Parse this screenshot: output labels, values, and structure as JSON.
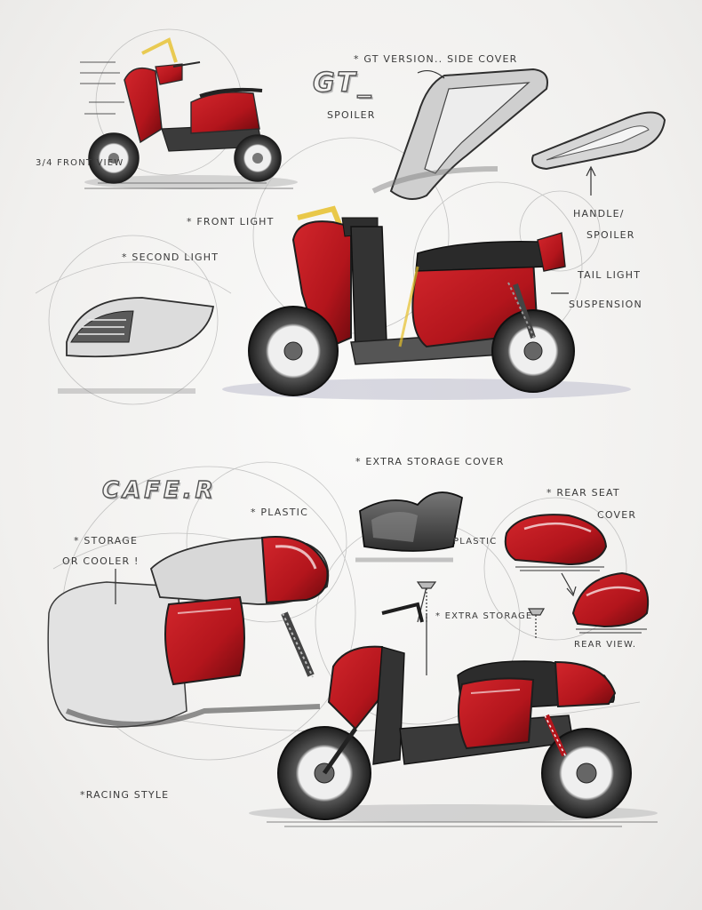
{
  "sheet": {
    "colors": {
      "paper": "#f4f3f1",
      "ink": "#3a3a3a",
      "red": "#b3151c",
      "red_dark": "#7a0c10",
      "highlight_yellow": "#e6c02a",
      "grey": "#555555"
    },
    "gt_section": {
      "logo": "GT_",
      "labels": {
        "spoiler": "SPOILER",
        "gt_side_cover": "* GT VERSION.. SIDE COVER",
        "front_view": "3/4 FRONT VIEW",
        "front_light": "* FRONT LIGHT",
        "second_light": "* SECOND LIGHT",
        "handle_spoiler_1": "HANDLE/",
        "handle_spoiler_2": "SPOILER",
        "tail_light": "TAIL LIGHT",
        "suspension": "SUSPENSION"
      }
    },
    "cafe_section": {
      "logo": "CAFE.R",
      "labels": {
        "extra_storage_cover": "* EXTRA STORAGE COVER",
        "plastic_top": "* PLASTIC",
        "storage_cooler_1": "* STORAGE",
        "storage_cooler_2": "OR COOLER !",
        "plastic_side": "PLASTIC",
        "rear_seat_cover_1": "* REAR SEAT",
        "rear_seat_cover_2": "COVER",
        "extra_storage": "* EXTRA STORAGE",
        "rear_view": "REAR VIEW.",
        "racing_style": "*RACING STYLE"
      }
    }
  }
}
